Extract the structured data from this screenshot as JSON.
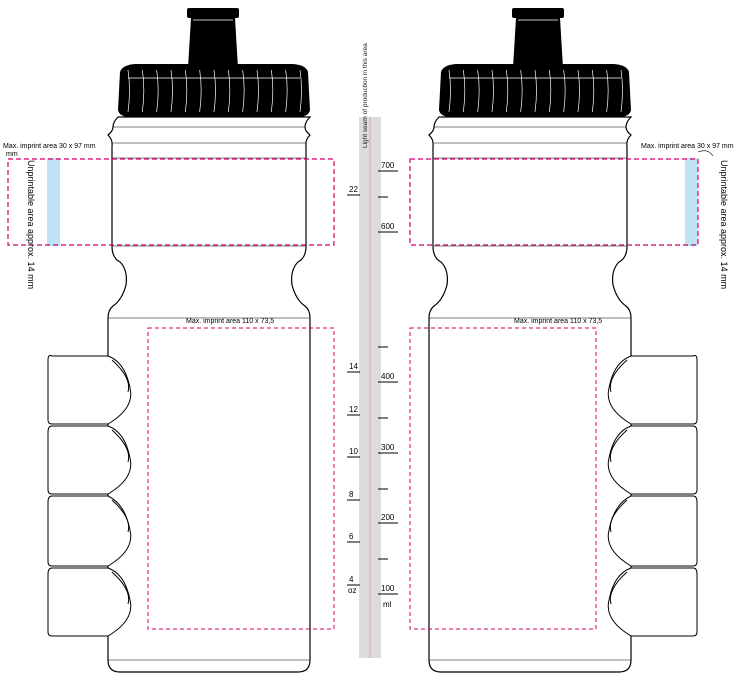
{
  "labels": {
    "seam_note": "Light seam of production in this area",
    "top_left_imprint": "Max. imprint area  30 x 97 mm",
    "top_left_imprint_cont": "mm",
    "top_right_imprint": "Max. imprint area  30 x 97 mm",
    "unprintable_left": "Unprintable area approx. 14 mm",
    "unprintable_right": "Unprintable area approx. 14 mm",
    "main_left_imprint": "Max. imprint area 110 x 73,5",
    "main_right_imprint": "Max. imprint area 110 x 73,5"
  },
  "scale": {
    "oz_labels": [
      "22",
      "14",
      "12",
      "10",
      "8",
      "6",
      "4"
    ],
    "oz_unit": "oz",
    "ml_labels": [
      "700",
      "600",
      "400",
      "300",
      "200",
      "100"
    ],
    "ml_unit": "ml"
  },
  "colors": {
    "outline": "#000000",
    "imprint_dash": "#d4006e",
    "unprintable_fill": "#bfe3f5",
    "seam_band": "#dcdcdc",
    "seam_line": "#e89bb4"
  }
}
